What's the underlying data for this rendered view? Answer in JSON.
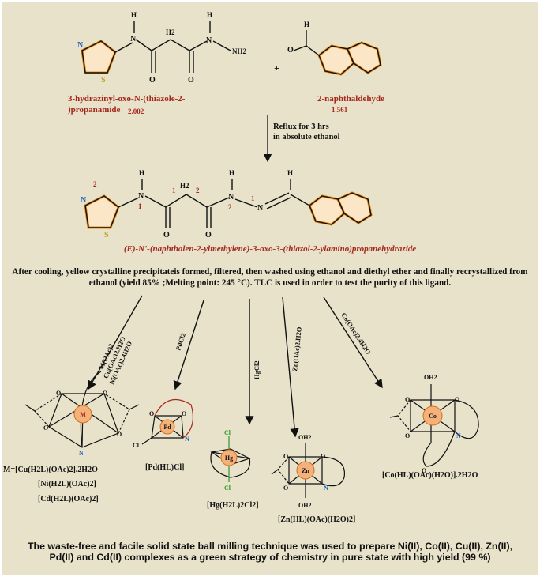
{
  "reaction": {
    "reactant1_name_line1": "3-hydrazinyl-oxo-N-(thiazole-2-",
    "reactant1_name_line2": ")propanamide",
    "reactant1_value": "2.002",
    "reactant2_name": "2-naphthaldehyde",
    "reactant2_value": "1.561",
    "plus": "+",
    "condition_line1": "Reflux for 3 hrs",
    "condition_line2": "in absolute ethanol",
    "product_name": "(E)-N'-(naphthalen-2-ylmethylene)-3-oxo-3-(thiazol-2-ylamino)propanehydrazide"
  },
  "atoms": {
    "N": "N",
    "S": "S",
    "O": "O",
    "H": "H",
    "H2": "H2",
    "NH2": "NH2"
  },
  "numbering": {
    "one": "1",
    "two": "2"
  },
  "description": "After cooling, yellow crystalline precipitateis formed, filtered, then washed using ethanol and diethyl ether and finally recrystallized from ethanol (yield 85% ;Melting point: 245 °C). TLC is used in order to test the purity of this ligand.",
  "reagents": {
    "left_1": "M(OAc)2",
    "left_2": "Cu(OAc)2.H2O",
    "left_3": "Ni(OAc)2.4H2O",
    "pd": "PdCl2",
    "hg": "HgCl2",
    "zn": "Zn(OAc)2.H2O",
    "co": "Co(OAc)2.4H2O"
  },
  "complexes": {
    "m_line1": "M=[Cu(H2L)(OAc)2].2H2O",
    "m_line2": "[Ni(H2L)(OAc)2]",
    "m_line3": "[Cd(H2L)(OAc)2]",
    "pd": "[Pd(HL)Cl]",
    "hg": "[Hg(H2L)2Cl2]",
    "zn": "[Zn(HL)(OAc)(H2O)2]",
    "co": "[Co(HL)(OAc)(H2O)].2H2O"
  },
  "metals": {
    "m": "M",
    "pd": "Pd",
    "hg": "Hg",
    "zn": "Zn",
    "co": "Co"
  },
  "ligands": {
    "cl": "Cl",
    "oh2": "OH2"
  },
  "footer": "The waste-free and facile solid state ball milling technique was used to prepare Ni(II), Co(II), Cu(II), Zn(II), Pd(II) and Cd(II) complexes as a green strategy of chemistry in pure state with high yield (99 %)",
  "colors": {
    "background": "#e7e2c9",
    "ring_fill": "#fbe6c8",
    "ring_stroke": "#e48a1a",
    "label_red": "#a5271c",
    "metal_fill": "#f4b27a"
  }
}
